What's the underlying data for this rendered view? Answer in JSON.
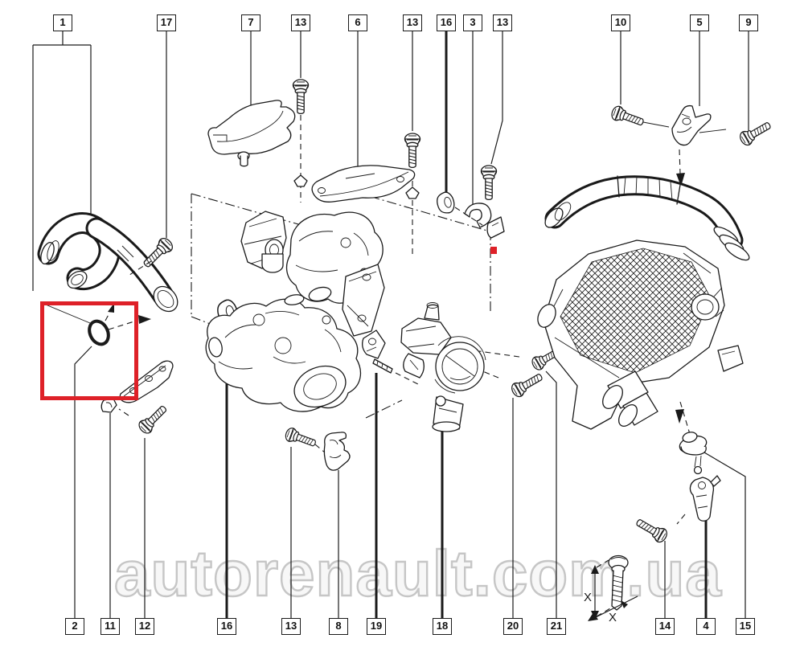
{
  "diagram_title": "exploded-parts-diagram",
  "watermark": {
    "text": "autorenault.com.ua"
  },
  "callouts": {
    "top": [
      "1",
      "17",
      "7",
      "13",
      "6",
      "13",
      "16",
      "3",
      "13",
      "10",
      "5",
      "9"
    ],
    "bottom": [
      "2",
      "11",
      "12",
      "16",
      "13",
      "8",
      "19",
      "18",
      "20",
      "21",
      "14",
      "4",
      "15"
    ]
  },
  "inset": {
    "dim_label_1": "X",
    "dim_label_2": "X"
  },
  "highlight": {
    "rect_color": "#de2128",
    "dot_color": "#de2128"
  },
  "colors": {
    "line": "#1a1a1a",
    "background": "#ffffff",
    "watermark_outline": "#c6c6c6"
  },
  "parts_semantics": {
    "1": "intercooler-hose",
    "2": "o-ring-highlighted",
    "17": "bolt",
    "7": "bracket",
    "13": "bolt",
    "6": "bracket",
    "16": "grommet",
    "3": "clip",
    "10": "bolt",
    "5": "air-duct-hose-bracket",
    "9": "bolt",
    "11": "clip",
    "12": "bracket-bolt",
    "8": "clip",
    "19": "sensor-bracket-screw",
    "18": "throttle-body",
    "20": "bolt",
    "21": "bolt",
    "14": "bolt",
    "4": "support-arm",
    "15": "rubber-mount"
  }
}
